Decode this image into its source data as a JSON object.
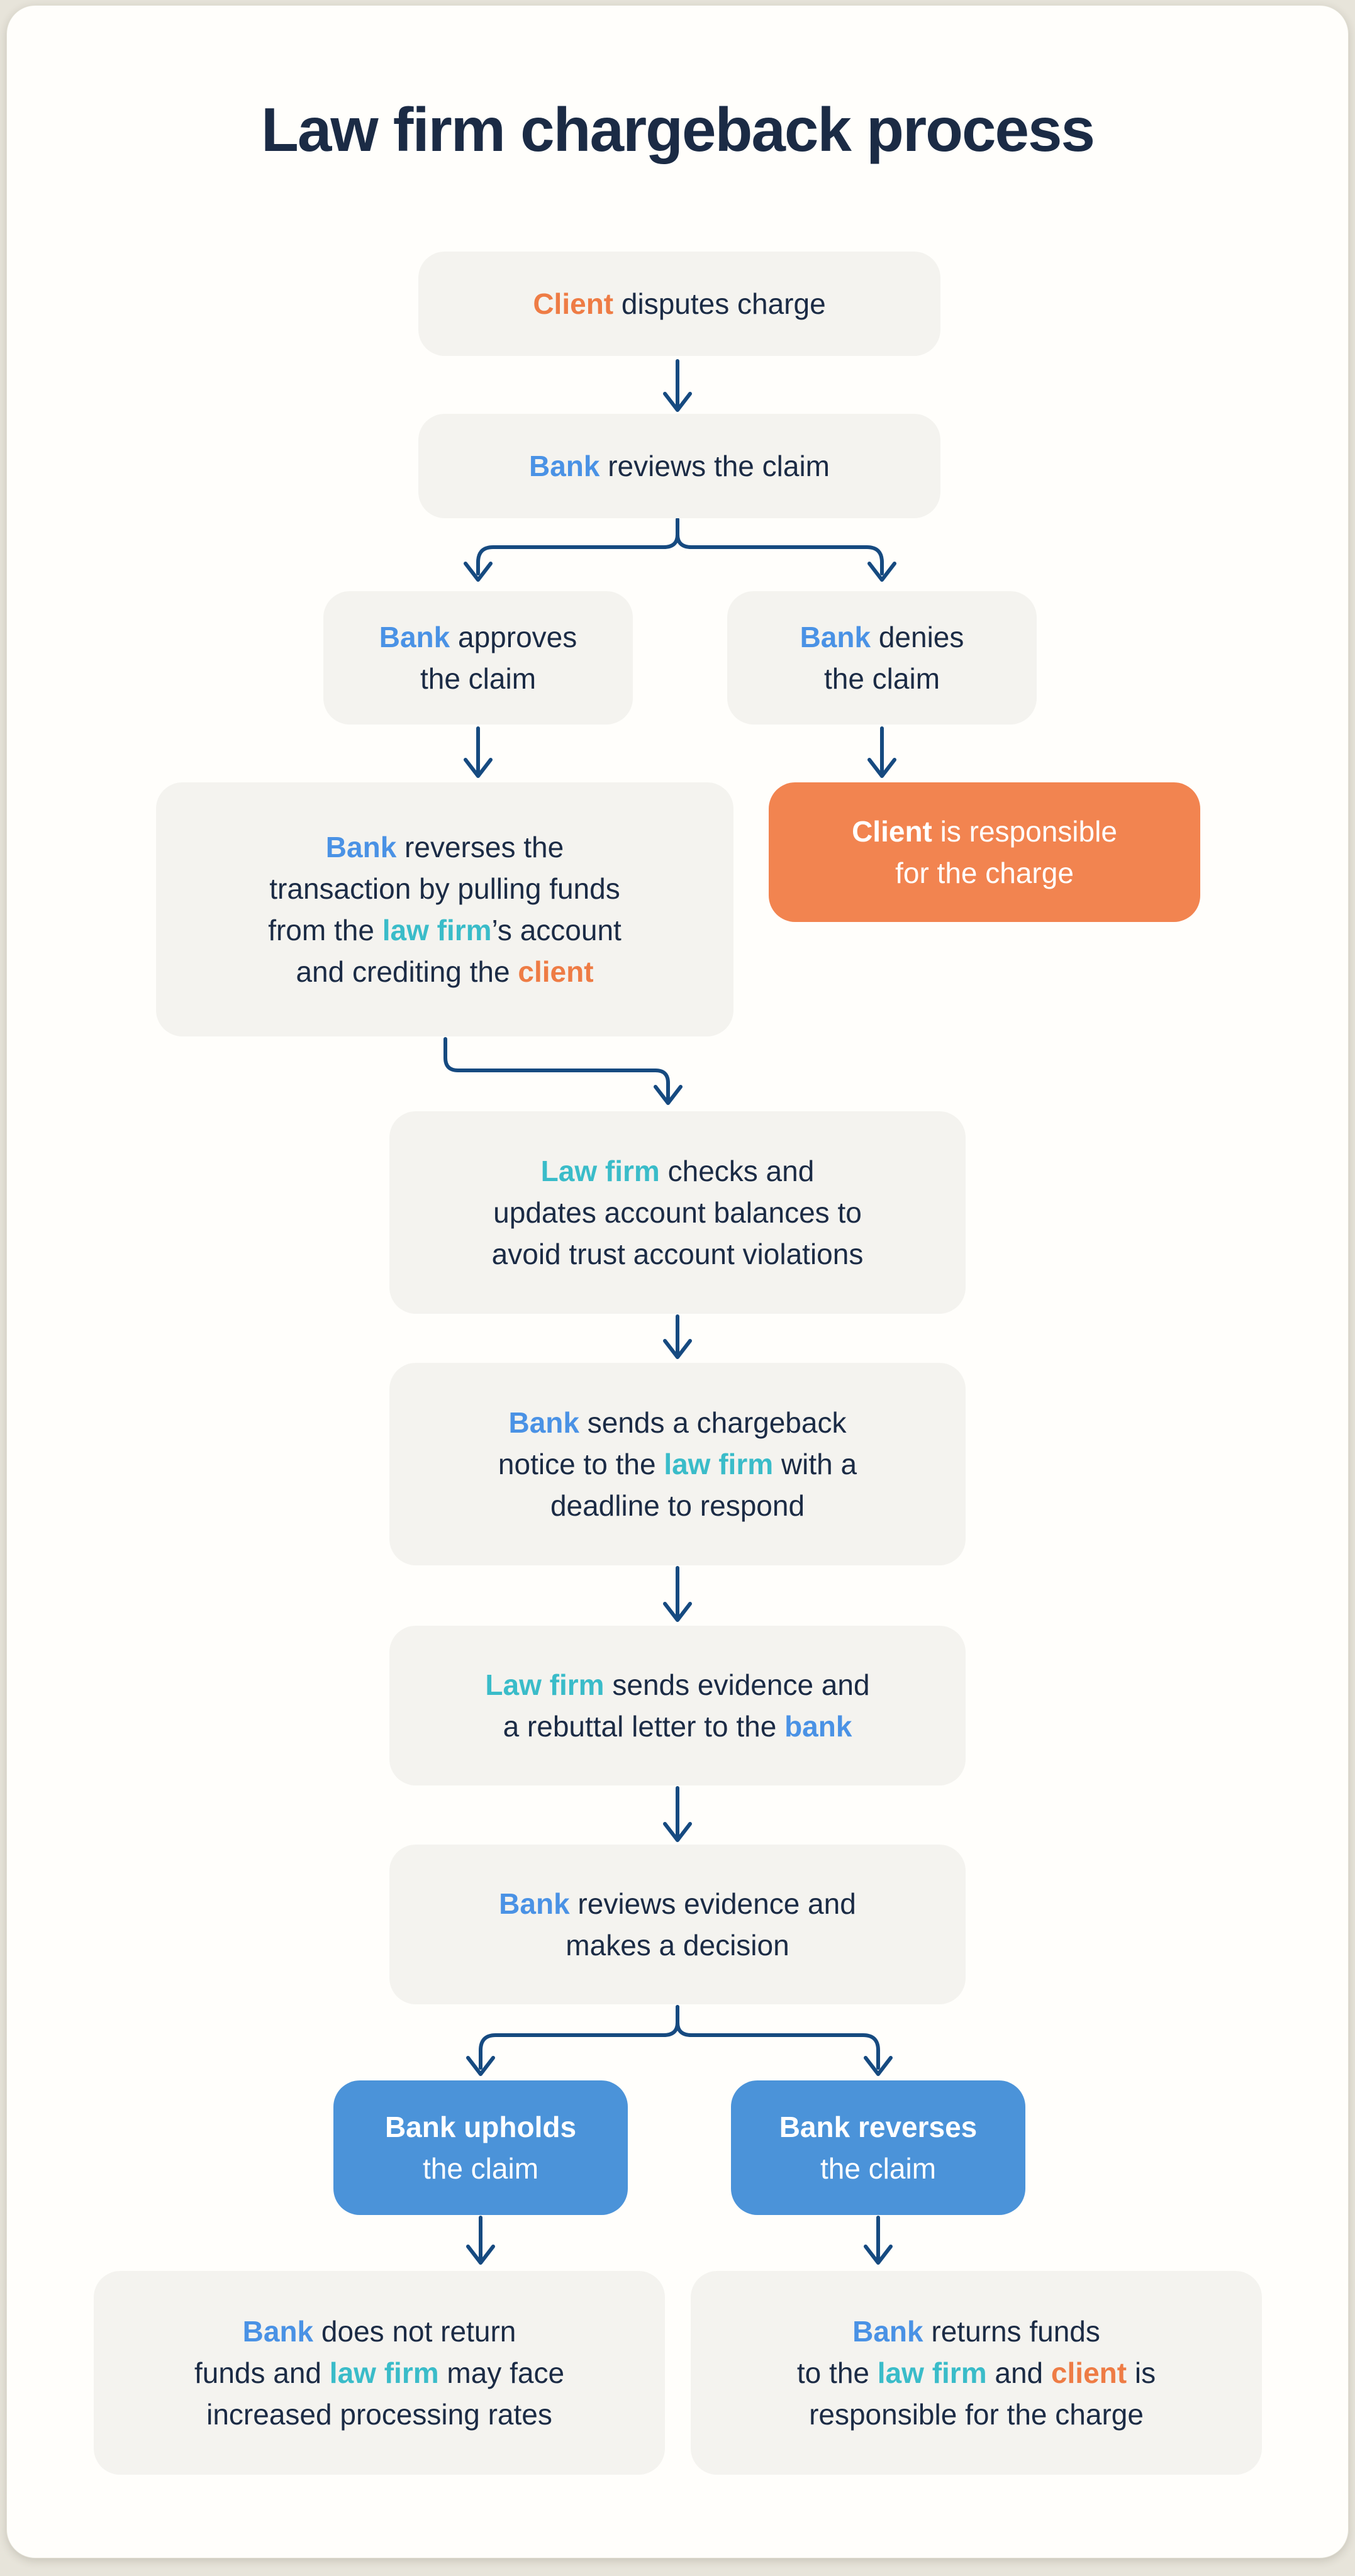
{
  "title": "Law firm chargeback process",
  "colors": {
    "navy": "#1b2b45",
    "blue": "#4a92e5",
    "teal": "#3abcc9",
    "orange": "#ee7c45",
    "white": "#ffffff",
    "arrow": "#164a80",
    "gray_box_bg": "#f4f3ef",
    "orange_box_bg": "#f28450",
    "blue_box_bg": "#4b93d9",
    "card_bg": "#fffefb",
    "page_bg": "#e7e4da"
  },
  "nodes": [
    {
      "id": "client-disputes-charge",
      "lines": [
        [
          {
            "t": "Client",
            "c": "orange",
            "b": true
          },
          {
            "t": " disputes charge"
          }
        ]
      ]
    },
    {
      "id": "bank-reviews-claim",
      "lines": [
        [
          {
            "t": "Bank",
            "c": "blue",
            "b": true
          },
          {
            "t": " reviews the claim"
          }
        ]
      ]
    },
    {
      "id": "bank-approves-claim",
      "lines": [
        [
          {
            "t": "Bank",
            "c": "blue",
            "b": true
          },
          {
            "t": " approves"
          }
        ],
        [
          {
            "t": "the claim"
          }
        ]
      ]
    },
    {
      "id": "bank-denies-claim",
      "lines": [
        [
          {
            "t": "Bank",
            "c": "blue",
            "b": true
          },
          {
            "t": " denies"
          }
        ],
        [
          {
            "t": "the claim"
          }
        ]
      ]
    },
    {
      "id": "bank-reverses-transaction",
      "lines": [
        [
          {
            "t": "Bank",
            "c": "blue",
            "b": true
          },
          {
            "t": " reverses the"
          }
        ],
        [
          {
            "t": "transaction by pulling funds"
          }
        ],
        [
          {
            "t": "from the "
          },
          {
            "t": "law firm",
            "c": "teal",
            "b": true
          },
          {
            "t": "’s account"
          }
        ],
        [
          {
            "t": "and crediting the "
          },
          {
            "t": "client",
            "c": "orange",
            "b": true
          }
        ]
      ]
    },
    {
      "id": "client-responsible",
      "lines": [
        [
          {
            "t": "Client",
            "b": true
          },
          {
            "t": " is responsible"
          }
        ],
        [
          {
            "t": "for the charge"
          }
        ]
      ]
    },
    {
      "id": "law-firm-checks-balances",
      "lines": [
        [
          {
            "t": "Law firm",
            "c": "teal",
            "b": true
          },
          {
            "t": " checks and"
          }
        ],
        [
          {
            "t": "updates account balances to"
          }
        ],
        [
          {
            "t": "avoid trust account violations"
          }
        ]
      ]
    },
    {
      "id": "bank-sends-chargeback-notice",
      "lines": [
        [
          {
            "t": "Bank",
            "c": "blue",
            "b": true
          },
          {
            "t": " sends a chargeback"
          }
        ],
        [
          {
            "t": "notice to the "
          },
          {
            "t": "law firm",
            "c": "teal",
            "b": true
          },
          {
            "t": " with a"
          }
        ],
        [
          {
            "t": "deadline to respond"
          }
        ]
      ]
    },
    {
      "id": "law-firm-sends-evidence",
      "lines": [
        [
          {
            "t": "Law firm",
            "c": "teal",
            "b": true
          },
          {
            "t": " sends evidence and"
          }
        ],
        [
          {
            "t": "a rebuttal letter to the "
          },
          {
            "t": "bank",
            "c": "blue",
            "b": true
          }
        ]
      ]
    },
    {
      "id": "bank-reviews-evidence",
      "lines": [
        [
          {
            "t": "Bank",
            "c": "blue",
            "b": true
          },
          {
            "t": " reviews evidence and"
          }
        ],
        [
          {
            "t": "makes a decision"
          }
        ]
      ]
    },
    {
      "id": "bank-upholds-claim",
      "lines": [
        [
          {
            "t": "Bank upholds",
            "b": true
          }
        ],
        [
          {
            "t": "the claim"
          }
        ]
      ]
    },
    {
      "id": "bank-reverses-claim",
      "lines": [
        [
          {
            "t": "Bank reverses",
            "b": true
          }
        ],
        [
          {
            "t": "the claim"
          }
        ]
      ]
    },
    {
      "id": "bank-does-not-return-funds",
      "lines": [
        [
          {
            "t": "Bank",
            "c": "blue",
            "b": true
          },
          {
            "t": " does not return"
          }
        ],
        [
          {
            "t": "funds and "
          },
          {
            "t": "law firm",
            "c": "teal",
            "b": true
          },
          {
            "t": " may face"
          }
        ],
        [
          {
            "t": "increased processing rates"
          }
        ]
      ]
    },
    {
      "id": "bank-returns-funds",
      "lines": [
        [
          {
            "t": "Bank",
            "c": "blue",
            "b": true
          },
          {
            "t": " returns funds"
          }
        ],
        [
          {
            "t": "to the "
          },
          {
            "t": "law firm",
            "c": "teal",
            "b": true
          },
          {
            "t": " and "
          },
          {
            "t": "client",
            "c": "orange",
            "b": true
          },
          {
            "t": " is"
          }
        ],
        [
          {
            "t": "responsible for the charge"
          }
        ]
      ]
    }
  ]
}
